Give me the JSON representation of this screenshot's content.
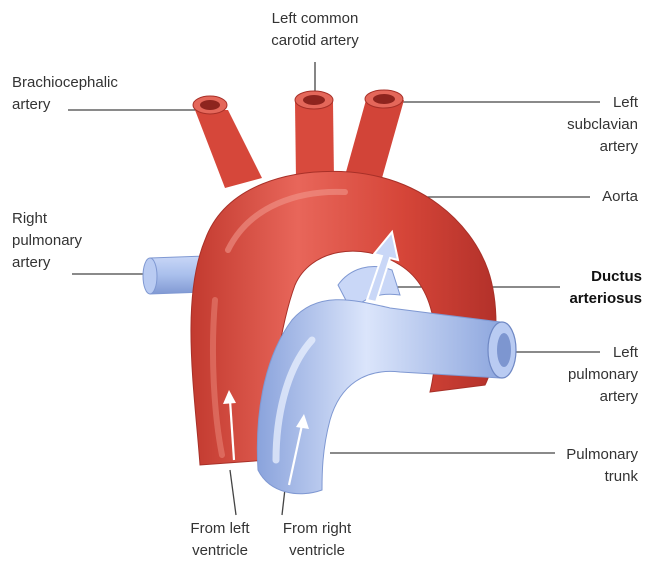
{
  "labels": {
    "left_common_carotid": [
      "Left common",
      "carotid artery"
    ],
    "brachiocephalic": [
      "Brachiocephalic",
      "artery"
    ],
    "left_subclavian": [
      "Left",
      "subclavian",
      "artery"
    ],
    "aorta": [
      "Aorta"
    ],
    "right_pulmonary": [
      "Right",
      "pulmonary",
      "artery"
    ],
    "ductus": [
      "Ductus",
      "arteriosus"
    ],
    "left_pulmonary": [
      "Left",
      "pulmonary",
      "artery"
    ],
    "pulmonary_trunk": [
      "Pulmonary",
      "trunk"
    ],
    "from_left": [
      "From left",
      "ventricle"
    ],
    "from_right": [
      "From right",
      "ventricle"
    ]
  },
  "colors": {
    "artery_red": "#d9483b",
    "artery_dark": "#b8332a",
    "artery_light": "#ee7a6c",
    "vessel_blue": "#a9bfec",
    "vessel_blue_dark": "#7f98d2",
    "vessel_blue_light": "#dbe5fb",
    "leader_line": "#444444",
    "arrow": "#ffffff"
  }
}
